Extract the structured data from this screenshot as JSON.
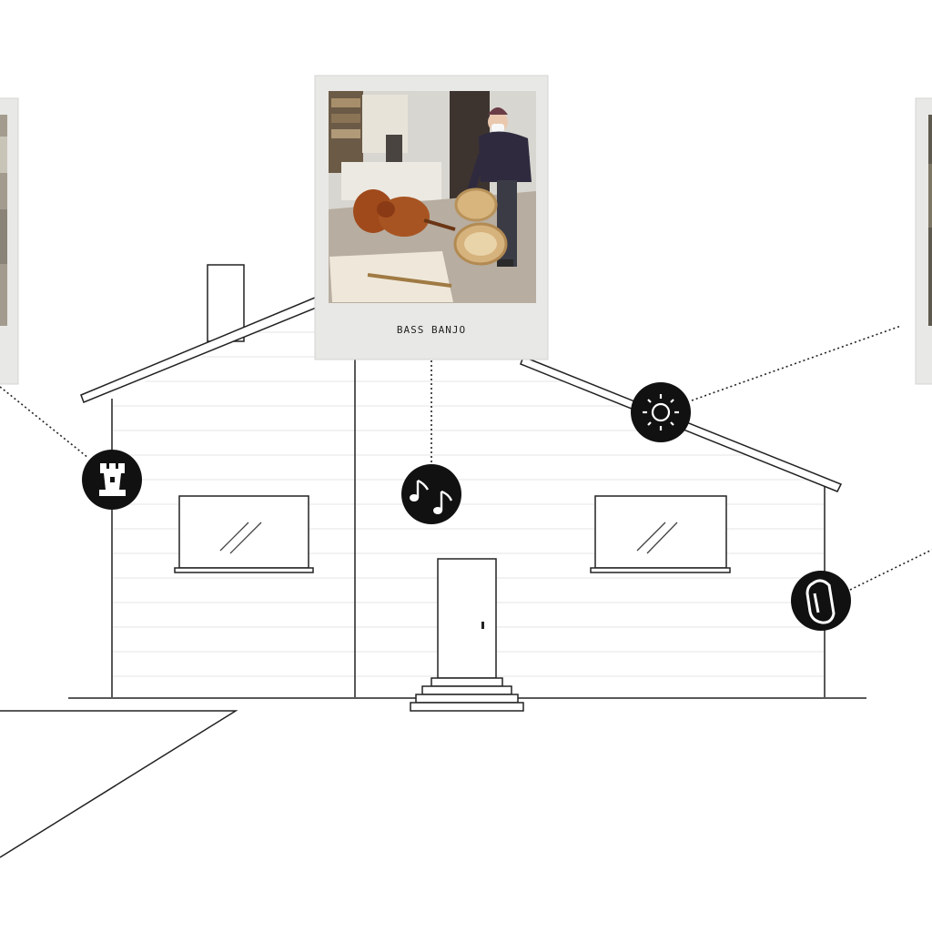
{
  "polaroids": [
    {
      "id": "left",
      "caption": ""
    },
    {
      "id": "center",
      "caption": "BASS BANJO"
    },
    {
      "id": "right",
      "caption": ""
    }
  ],
  "hotspots": [
    {
      "name": "castle-icon",
      "icon": "rook-icon"
    },
    {
      "name": "music-icon",
      "icon": "music-notes-icon"
    },
    {
      "name": "sun-icon",
      "icon": "sun-icon"
    },
    {
      "name": "carabiner-icon",
      "icon": "carabiner-icon"
    }
  ],
  "colors": {
    "line": "#222222",
    "siding": "#e4e4e4",
    "frame": "#e8e8e6",
    "badge": "#111111"
  }
}
